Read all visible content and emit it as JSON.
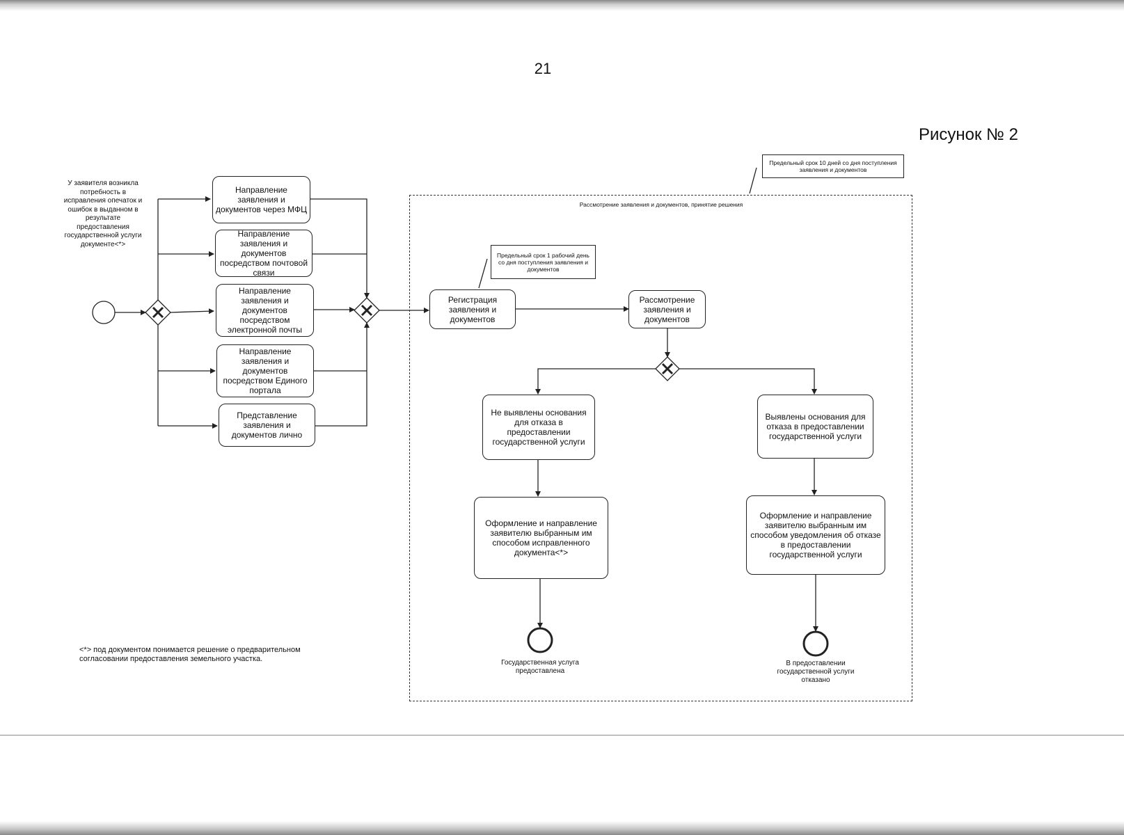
{
  "page_number": "21",
  "figure_title": "Рисунок № 2",
  "start_note": "У заявителя возникла потребность в исправления опечаток и ошибок в выданном в результате предоставления государственной услуги документе<*>",
  "channels": [
    "Направление заявления и документов через МФЦ",
    "Направление заявления и документов посредством почтовой связи",
    "Направление заявления и документов посредством электронной почты",
    "Направление заявления и документов посредством Единого портала",
    "Представление заявления и документов лично"
  ],
  "deadline_10_days": "Предельный срок 10 дней со дня поступления заявления и документов",
  "pool_label": "Рассмотрение заявления и документов, принятие решения",
  "deadline_1_day": "Предельный срок 1 рабочий день со дня поступления заявления и документов",
  "registration": "Регистрация заявления и документов",
  "review": "Рассмотрение заявления и документов",
  "no_grounds": "Не выявлены основания для отказа в предоставлении государственной услуги",
  "grounds_found": "Выявлены основания для отказа в предоставлении государственной услуги",
  "issue_document": "Оформление и направление заявителю выбранным им способом исправленного документа<*>",
  "issue_refusal": "Оформление и направление заявителю выбранным им способом уведомления об отказе в предоставлении государственной услуги",
  "end_provided": "Государственная услуга предоставлена",
  "end_refused": "В предоставлении государственной услуги отказано",
  "footnote": "<*> под документом понимается решение о предварительном согласовании предоставления земельного участка."
}
